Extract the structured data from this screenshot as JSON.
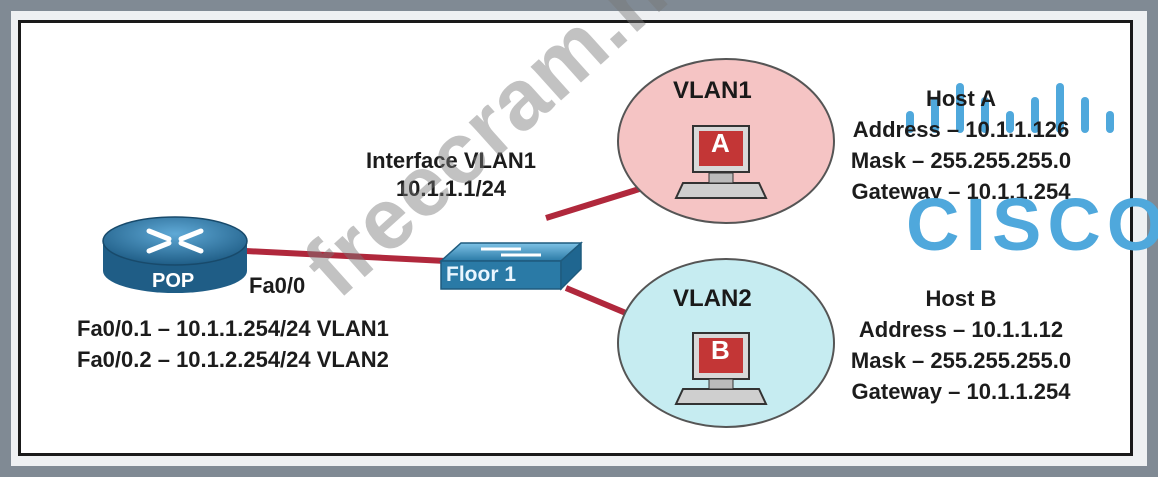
{
  "router": {
    "label": "POP",
    "interface": "Fa0/0"
  },
  "router_subinterfaces": [
    "Fa0/0.1 – 10.1.1.254/24 VLAN1",
    "Fa0/0.2 – 10.1.2.254/24 VLAN2"
  ],
  "switch": {
    "label": "Floor 1",
    "interface_title": "Interface VLAN1",
    "interface_ip": "10.1.1.1/24"
  },
  "vlan1": {
    "label": "VLAN1",
    "host_letter": "A",
    "color": "#f5c4c4"
  },
  "vlan2": {
    "label": "VLAN2",
    "host_letter": "B",
    "color": "#c6ecf1"
  },
  "host_a": {
    "title": "Host A",
    "address": "Address – 10.1.1.126",
    "mask": "Mask – 255.255.255.0",
    "gateway": "Gateway – 10.1.1.254"
  },
  "host_b": {
    "title": "Host B",
    "address": "Address – 10.1.1.12",
    "mask": "Mask – 255.255.255.0",
    "gateway": "Gateway – 10.1.1.254"
  },
  "watermark": "freecram.net",
  "logo": {
    "word": "CISCO",
    "color": "#4fa8dc"
  },
  "link_color": "#b0283c"
}
